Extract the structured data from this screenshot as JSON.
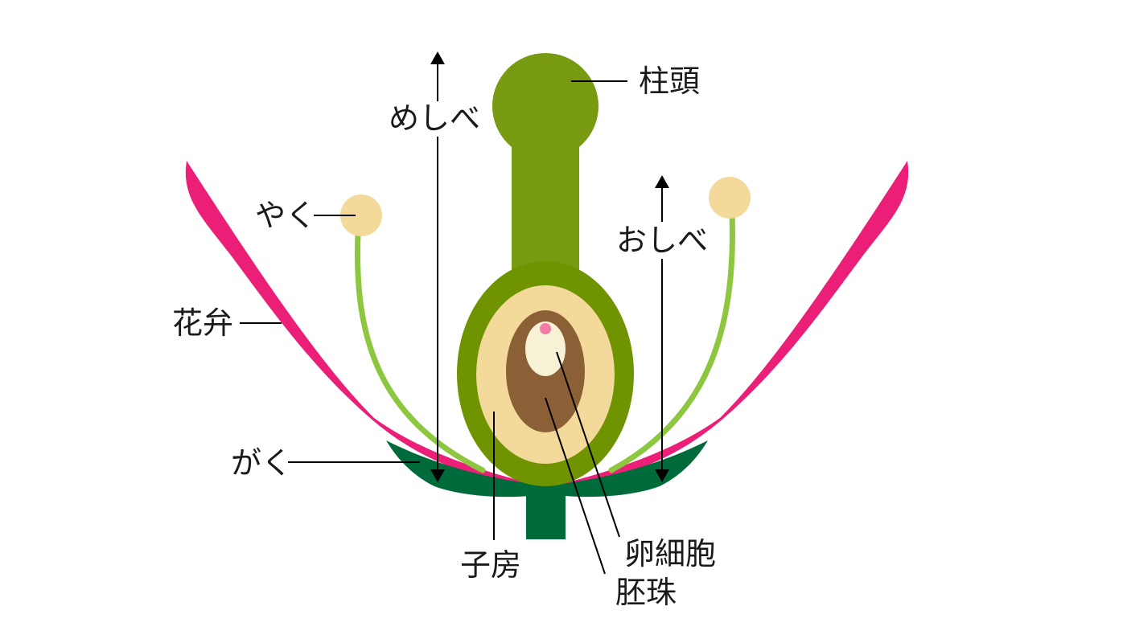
{
  "labels": {
    "stigma": "柱頭",
    "pistil": "めしべ",
    "anther": "やく",
    "stamen": "おしべ",
    "petal": "花弁",
    "sepal": "がく",
    "ovary": "子房",
    "egg_cell": "卵細胞",
    "ovule": "胚珠"
  },
  "colors": {
    "petal": "#ec1f78",
    "sepal": "#006b3a",
    "stem": "#006b3a",
    "pistil": "#789a10",
    "ovary_outer": "#6f9400",
    "ovary_inner": "#f3d99a",
    "ovule": "#8b6037",
    "egg_cell": "#f7f1d6",
    "nucleus": "#f27ba8",
    "filament": "#8dc63f",
    "anther": "#f3d99a",
    "line": "#000000"
  }
}
